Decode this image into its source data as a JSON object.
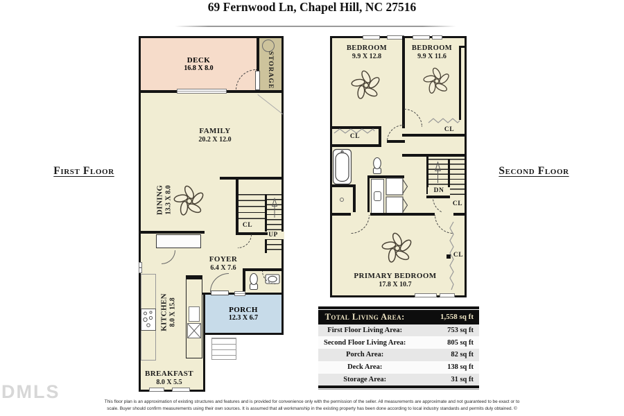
{
  "title": "69 Fernwood Ln, Chapel Hill, NC 27516",
  "floors": {
    "first_label": "First Floor",
    "second_label": "Second Floor"
  },
  "labels": {
    "closet": "CL",
    "up": "UP",
    "dn": "DN"
  },
  "first_floor": {
    "deck_name": "DECK",
    "deck_dims": "16.8 X 8.0",
    "storage_name": "STORAGE",
    "family_name": "FAMILY",
    "family_dims": "20.2 X 12.0",
    "dining_name": "DINING",
    "dining_dims": "13.3 X 8.0",
    "foyer_name": "FOYER",
    "foyer_dims": "6.4 X 7.6",
    "kitchen_name": "KITCHEN",
    "kitchen_dims": "8.0 X 15.8",
    "breakfast_name": "BREAKFAST",
    "breakfast_dims": "8.0 X 5.5",
    "porch_name": "PORCH",
    "porch_dims": "12.3 X 6.7"
  },
  "second_floor": {
    "bedroom_left_name": "BEDROOM",
    "bedroom_left_dims": "9.9 X 12.8",
    "bedroom_right_name": "BEDROOM",
    "bedroom_right_dims": "9.9 X 11.6",
    "primary_name": "PRIMARY BEDROOM",
    "primary_dims": "17.8 X 10.7"
  },
  "area_table": {
    "header_label": "Total Living Area:",
    "header_value": "1,558 sq ft",
    "rows": [
      {
        "label": "First Floor Living Area:",
        "value": "753 sq ft"
      },
      {
        "label": "Second Floor Living Area:",
        "value": "805 sq ft"
      },
      {
        "label": "Porch Area:",
        "value": "82 sq ft"
      },
      {
        "label": "Deck Area:",
        "value": "138 sq ft"
      },
      {
        "label": "Storage Area:",
        "value": "31 sq ft"
      }
    ]
  },
  "watermark": "DMLS",
  "disclaimer_line1": "This floor plan is an approximation of existing structures and features and is provided for convenience only with the permission of the seller.  All measurements are approximate and not guaranteed to be exact or to",
  "disclaimer_line2": "scale.  Buyer should confirm measurements using their own sources.  It is assumed that all workmanship in the existing property has been done according to local industry standards and permits duly obtained.  ©",
  "colors": {
    "room_cream": "#f1edd3",
    "deck_pink": "#f6dcca",
    "storage_tan": "#cdc39c",
    "porch_blue": "#c7dbe9",
    "wall_black": "#141414",
    "table_header_text": "#ede3c2"
  }
}
